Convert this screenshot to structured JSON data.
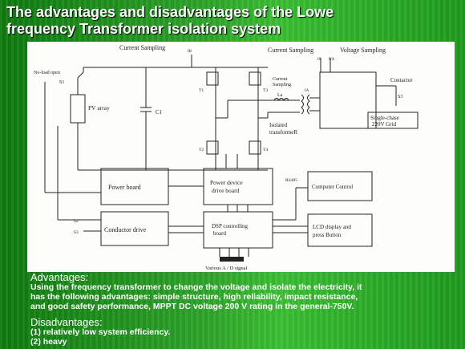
{
  "slide": {
    "title_line1": "The advantages and disadvantages of the Lowe",
    "title_line2": "frequency Transformer isolation system"
  },
  "diagram": {
    "labels": {
      "current_sampling_top": "Current Sampling",
      "current_sampling_right": "Current Sampling",
      "voltage_sampling": "Voltage Sampling",
      "no_load_open": "No-load open",
      "s1": "S1",
      "pv_array": "PV array",
      "c1": "C1",
      "t1": "T1",
      "t2": "T2",
      "t3": "T3",
      "t4": "T4",
      "current_sampling_inner_1": "Current",
      "current_sampling_inner_2": "Sampling",
      "la": "La",
      "isolated_1": "Isolated",
      "isolated_2": "transformeR",
      "contactor": "Contactor",
      "s3": "S3",
      "grid_1": "Single-chase",
      "grid_2": "220V Grid",
      "ib": "IB",
      "is": "IS",
      "ia": "IA",
      "ua": "UA",
      "power_board": "Power board",
      "power_device_1": "Power device",
      "power_device_2": "drive board",
      "computer_control": "Computer Control",
      "rs485": "RS485",
      "conductor_drive": "Conductor drive",
      "s2": "S2",
      "s3b": "S3",
      "dsp_1": "DSP controlling",
      "dsp_2": "board",
      "lcd_1": "LCD display and",
      "lcd_2": "press Button",
      "various_ad": "Various A / D signal"
    }
  },
  "advantages": {
    "heading": "Advantages:",
    "line1": "Using the frequency transformer to change the voltage and isolate the electricity, it",
    "line2": "has the following advantages: simple structure, high reliability, impact resistance,",
    "line3": "and good safety performance, MPPT DC voltage 200 V rating in the general-750V."
  },
  "disadvantages": {
    "heading": "Disadvantages:",
    "item1": "(1) relatively low system efficiency.",
    "item2": "(2) heavy"
  }
}
